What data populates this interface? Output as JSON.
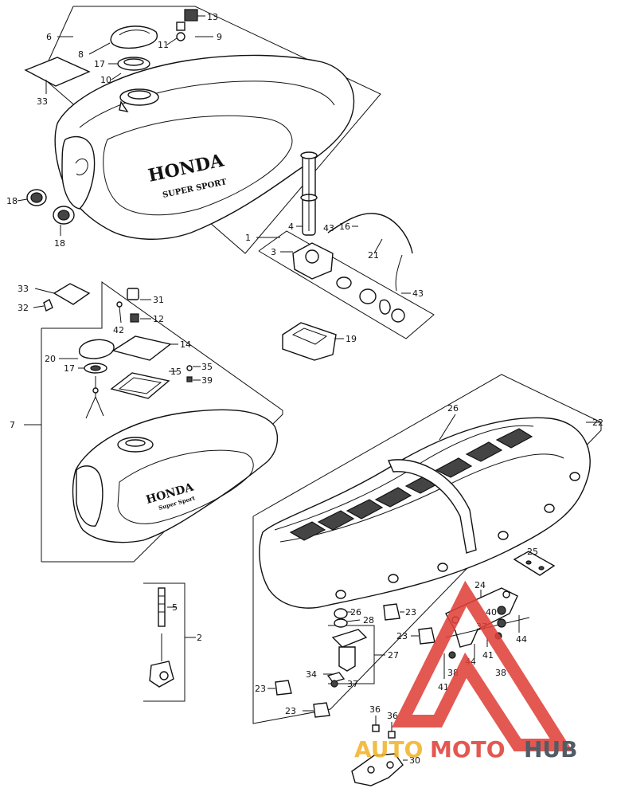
{
  "diagram": {
    "brand_fuel_tank_top": "HONDA",
    "model_fuel_tank_top": "SUPER SPORT",
    "brand_fuel_tank_lower": "HONDA",
    "model_fuel_tank_lower": "Super Sport"
  },
  "callouts": {
    "c1": "1",
    "c2": "2",
    "c3": "3",
    "c4": "4",
    "c5": "5",
    "c6": "6",
    "c7": "7",
    "c8": "8",
    "c9": "9",
    "c10": "10",
    "c11": "11",
    "c12": "12",
    "c13": "13",
    "c14": "14",
    "c15": "15",
    "c16": "16",
    "c17a": "17",
    "c17b": "17",
    "c18a": "18",
    "c18b": "18",
    "c19": "19",
    "c20": "20",
    "c21": "21",
    "c22": "22",
    "c23a": "23",
    "c23b": "23",
    "c23c": "23",
    "c23d": "23",
    "c24": "24",
    "c25": "25",
    "c26": "26",
    "c26b": "26",
    "c27": "27",
    "c28": "28",
    "c30": "30",
    "c31": "31",
    "c32": "32",
    "c33a": "33",
    "c33b": "33",
    "c34": "34",
    "c35": "35",
    "c36a": "36",
    "c36b": "36",
    "c37a": "37",
    "c37b": "37",
    "c38a": "38",
    "c38b": "38",
    "c39": "39",
    "c40": "40",
    "c41a": "41",
    "c41b": "41",
    "c42": "42",
    "c43a": "43",
    "c43b": "43",
    "c44a": "44",
    "c44b": "44"
  },
  "watermark": {
    "part_a": "AUTO",
    "part_b": "MOTO",
    "part_c": "HUB",
    "accent_color": "#e0413a",
    "secondary_color": "#f2b32a",
    "dark_color": "#3a4752"
  }
}
